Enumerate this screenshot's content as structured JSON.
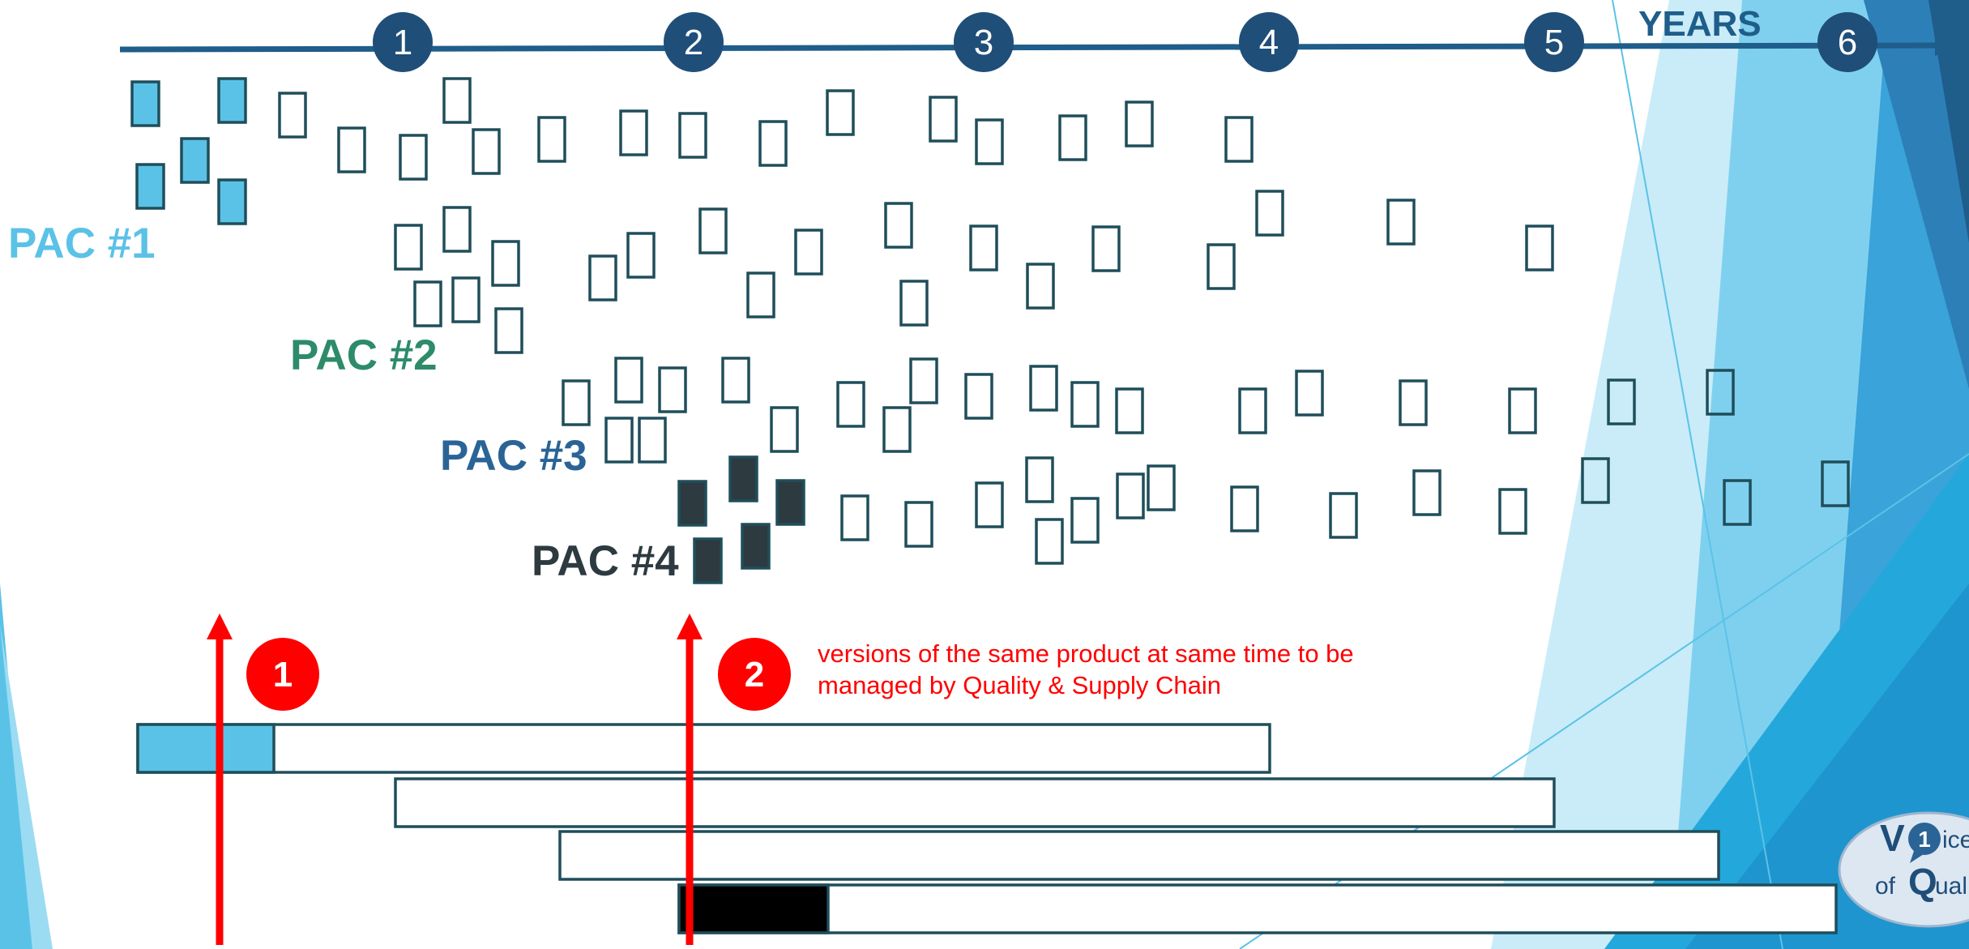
{
  "timeline": {
    "label": "YEARS",
    "years": [
      "1",
      "2",
      "3",
      "4",
      "5",
      "6"
    ]
  },
  "pacs": [
    {
      "label": "PAC #1",
      "color": "#5bc2e7"
    },
    {
      "label": "PAC #2",
      "color": "#2e8b6a"
    },
    {
      "label": "PAC #3",
      "color": "#2a6496"
    },
    {
      "label": "PAC #4",
      "color": "#2d3a40"
    }
  ],
  "markers": [
    {
      "number": "1"
    },
    {
      "number": "2"
    }
  ],
  "note": {
    "line1": "versions of the same product at same time to be",
    "line2": "managed by Quality & Supply Chain"
  },
  "logo": {
    "v": "V",
    "bubble": "1",
    "ice": "ice",
    "of": "of",
    "q": "Q",
    "ual": "ual"
  },
  "colors": {
    "timeline": "#1f5d8a",
    "year_circle": "#1f4e79",
    "marker_red": "#ff0000",
    "note_red": "#ff0000",
    "box_stroke": "#1f4e5a",
    "pac1_fill": "#5bc2e7",
    "pac4_fill": "#2d3a40",
    "bar4_fill": "#000000"
  }
}
